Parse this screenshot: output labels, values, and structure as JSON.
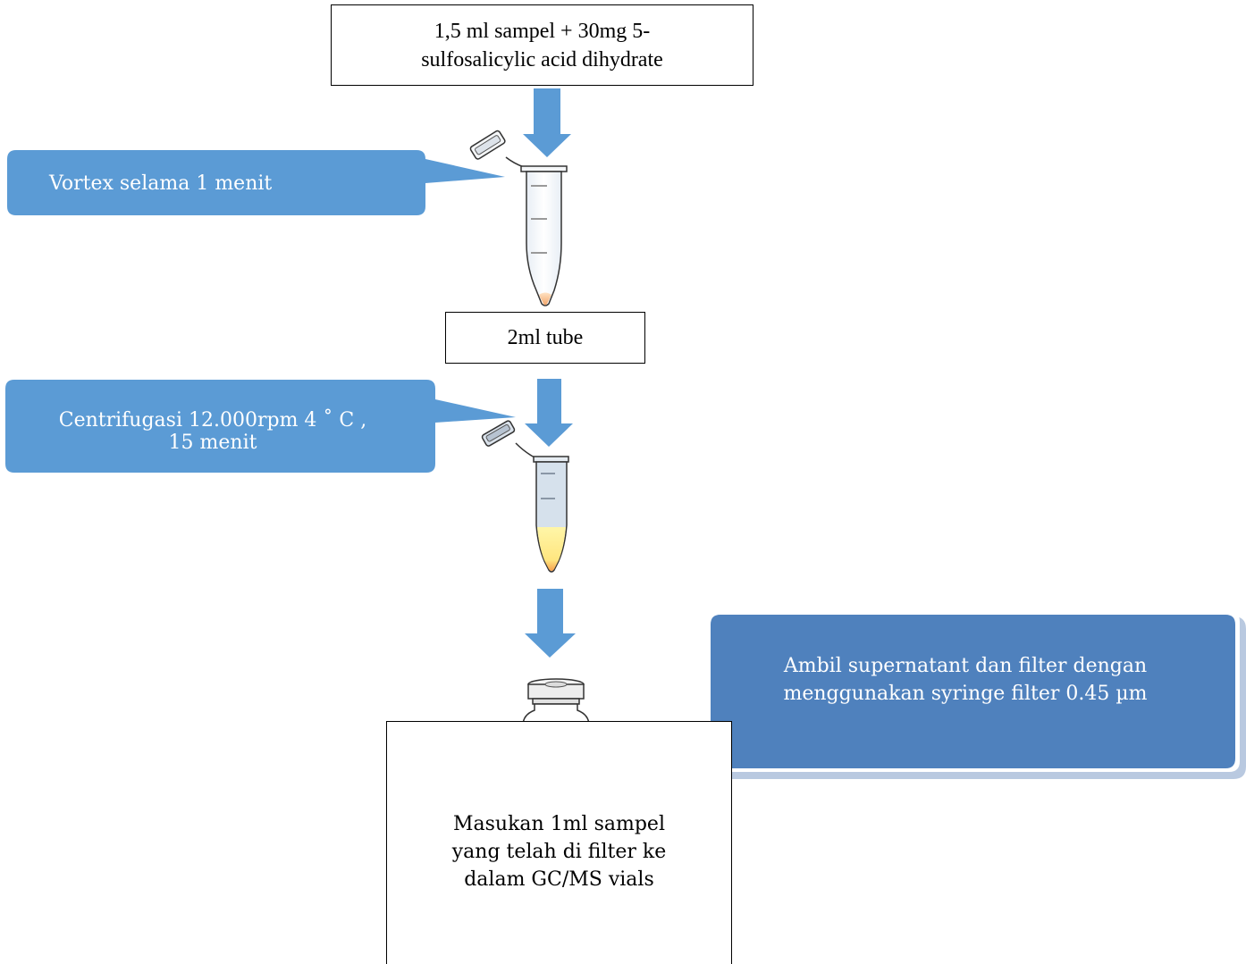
{
  "steps": {
    "step1": "1,5 ml sampel + 30mg 5-\nsulfosalicylic acid dihydrate",
    "vortex": "Vortex selama 1 menit",
    "tube_label": "2ml tube",
    "centrifuge": "Centrifugasi 12.000rpm 4 ˚ C ,\n15 menit",
    "supernatant": "Ambil supernatant dan filter dengan\nmenggunakan syringe filter 0.45 µm",
    "final": "Masukan 1ml sampel\nyang telah di filter ke\ndalam GC/MS vials"
  },
  "colors": {
    "callout_light": "#5b9bd5",
    "callout_dark": "#4f81bd",
    "arrow": "#5b9bd5"
  },
  "icons": [
    "down-arrow-icon",
    "microtube-icon",
    "microtube-separated-icon",
    "vial-icon"
  ]
}
